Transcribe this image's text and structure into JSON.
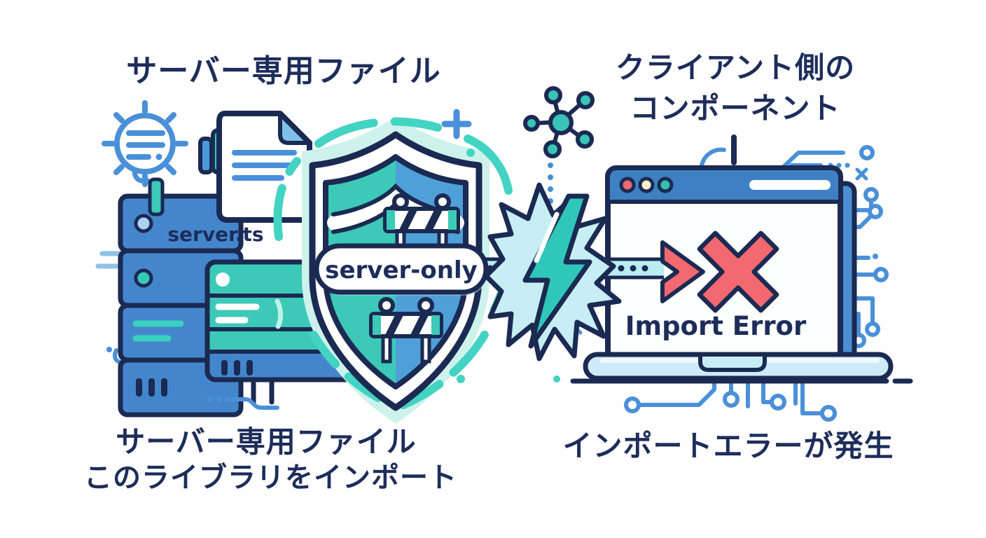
{
  "titles": {
    "left": "サーバー専用ファイル",
    "right_line1": "クライアント側の",
    "right_line2": "コンポーネント"
  },
  "labels": {
    "file": "server.ts",
    "badge": "server-only",
    "error": "Import Error"
  },
  "captions": {
    "left_line1": "サーバー専用ファイル",
    "left_line2": "このライブラリをインポート",
    "right": "インポートエラーが発生"
  },
  "colors": {
    "navy_outline": "#1b2a52",
    "text_navy": "#1d2d5a",
    "teal": "#3cc9b7",
    "blue": "#4a8fd4",
    "accent_blue": "#4a90d9",
    "light_teal_band": "#b9edf2",
    "glow_teal": "#43d3c3",
    "error_red": "#f4696f",
    "dot_cream": "#f5eecb",
    "laptop_base_blue": "#cdeaf8"
  }
}
